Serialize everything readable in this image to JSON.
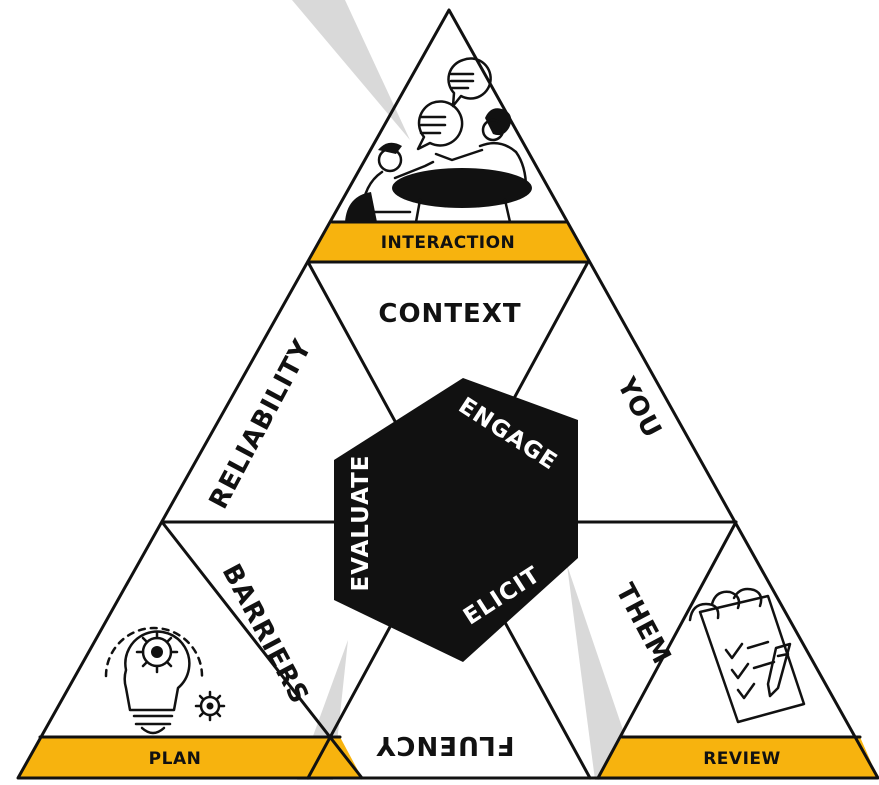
{
  "colors": {
    "accent": "#F7B30E",
    "ink": "#111111",
    "hexagon": "#111111",
    "pointer": "#D9D9D9"
  },
  "corners": {
    "top": {
      "label": "INTERACTION",
      "icon": "conversation-illustration"
    },
    "left": {
      "label": "PLAN",
      "icon": "lightbulb-gears-icon"
    },
    "right": {
      "label": "REVIEW",
      "icon": "notepad-checklist-icon"
    }
  },
  "segments": {
    "context": "CONTEXT",
    "reliability": "RELIABILITY",
    "you": "YOU",
    "barriers": "BARRIERS",
    "them": "THEM",
    "fluency": "FLUENCY"
  },
  "hexagon": {
    "engage": "ENGAGE",
    "evaluate": "EVALUATE",
    "elicit": "ELICIT"
  }
}
